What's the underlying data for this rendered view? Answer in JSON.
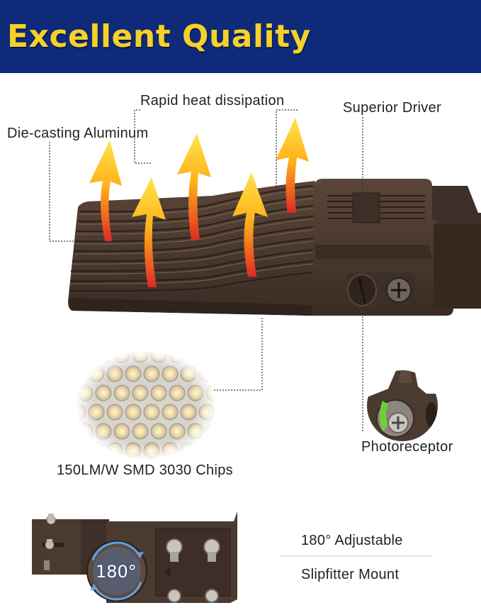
{
  "banner": {
    "title": "Excellent Quality"
  },
  "callouts": {
    "heat": "Rapid heat dissipation",
    "aluminum": "Die-casting Aluminum",
    "driver": "Superior Driver",
    "chips": "150LM/W SMD 3030 Chips",
    "photoreceptor": "Photoreceptor",
    "adjustable": "180° Adjustable",
    "mount": "Slipfitter Mount"
  },
  "mount_angle": "180°",
  "colors": {
    "banner": "#0e2a78",
    "title": "#f5d12a",
    "housing": "#4a3a30",
    "arrow_top": "#ffd21a",
    "arrow_bottom": "#e8322a"
  },
  "icons": [
    "heat-arrow-icon",
    "phillips-screw-icon",
    "rotate-arrow-icon"
  ]
}
